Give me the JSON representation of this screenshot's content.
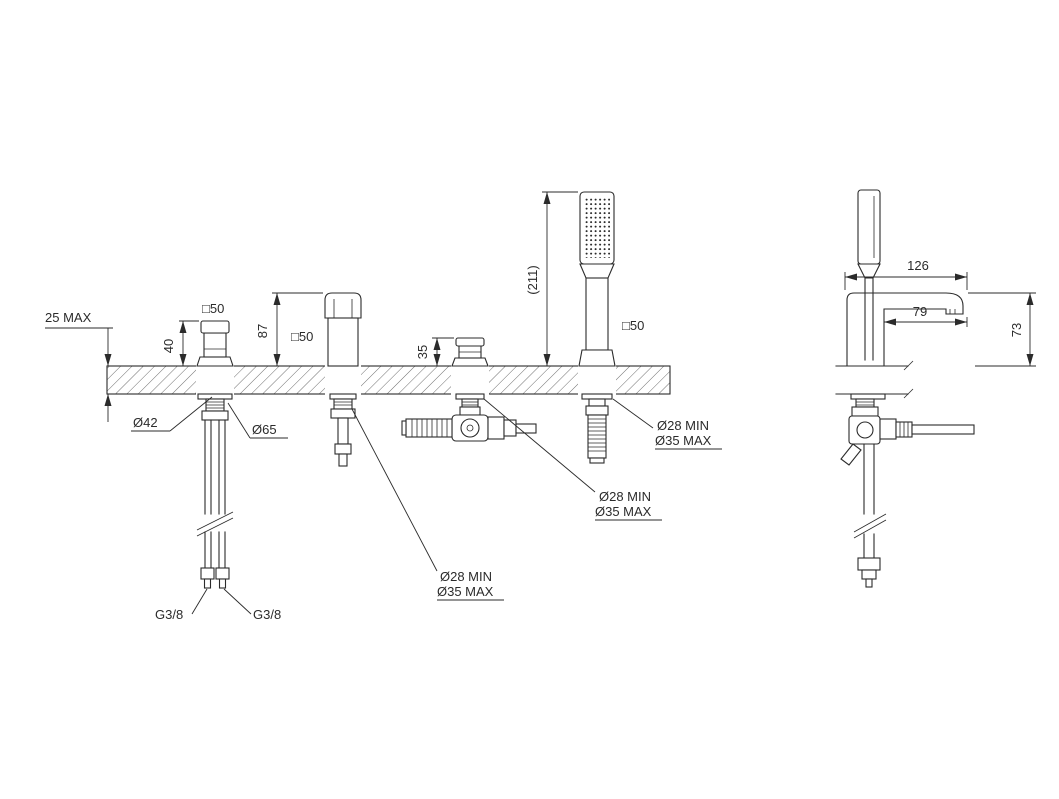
{
  "drawing": {
    "background": "#ffffff",
    "line_color": "#2b2b2b",
    "labels": {
      "deck_thickness": "25 MAX",
      "handle_square": "□50",
      "handle_height": "40",
      "spout_height": "87",
      "spout_square": "□50",
      "diverter_height": "35",
      "handshower_height": "(211)",
      "handshower_square": "□50",
      "handle_dia": "Ø42",
      "escutcheon_dia": "Ø65",
      "shower_hole_min": "Ø28 MIN",
      "shower_hole_max": "Ø35 MAX",
      "diverter_hole_min": "Ø28 MIN",
      "diverter_hole_max": "Ø35 MAX",
      "spout_hole_min": "Ø28 MIN",
      "spout_hole_max": "Ø35 MAX",
      "inlet_left": "G3/8",
      "inlet_right": "G3/8",
      "side_reach_total": "126",
      "side_reach_front": "79",
      "side_spout_height": "73"
    }
  }
}
